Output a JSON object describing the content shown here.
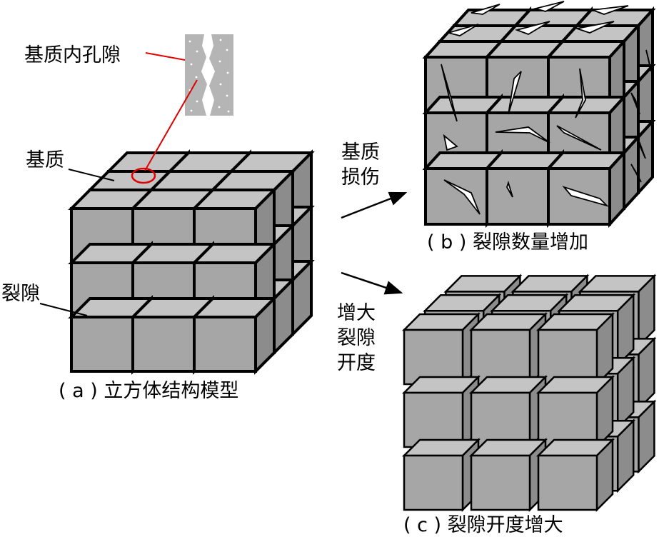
{
  "labels": {
    "pore": "基质内孔隙",
    "matrix": "基质",
    "fracture": "裂隙",
    "arrow_b_line1": "基质",
    "arrow_b_line2": "损伤",
    "arrow_c_line1": "增大",
    "arrow_c_line2": "裂隙",
    "arrow_c_line3": "开度"
  },
  "captions": {
    "a": "( a ) 立方体结构模型",
    "b": "( b ) 裂隙数量增加",
    "c": "( c ) 裂隙开度增大"
  },
  "colors": {
    "face_front": "#a6a6a6",
    "face_top": "#c4c4c4",
    "face_side": "#8c8c8c",
    "outline": "#000000",
    "pore_marker": "#e00000",
    "crack_fill": "#ffffff"
  }
}
